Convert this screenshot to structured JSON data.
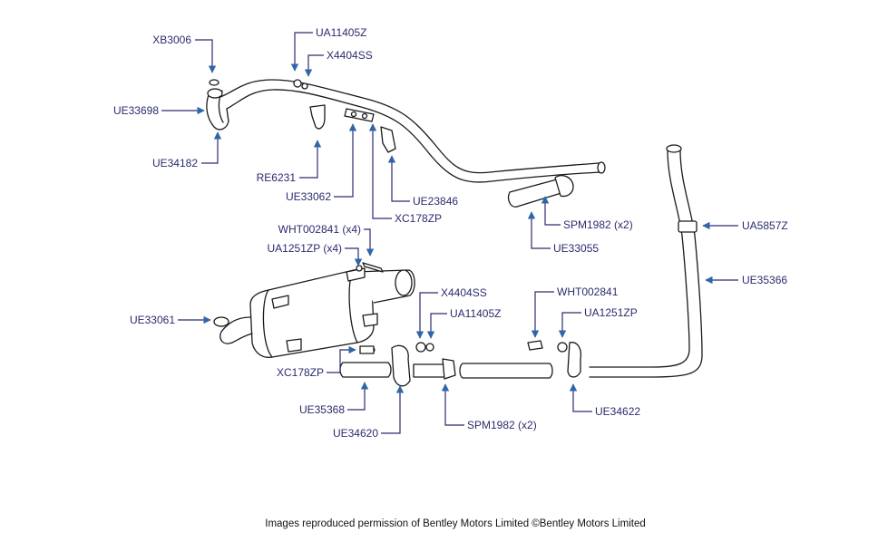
{
  "labels": {
    "xb3006": "XB3006",
    "ua11405z_top": "UA11405Z",
    "x4404ss_top": "X4404SS",
    "ue33698": "UE33698",
    "ue34182": "UE34182",
    "re6231": "RE6231",
    "ue33062": "UE33062",
    "ue23846": "UE23846",
    "xc178zp_top": "XC178ZP",
    "spm1982_top": "SPM1982 (x2)",
    "ue33055": "UE33055",
    "ua5857z": "UA5857Z",
    "ue35366": "UE35366",
    "wht002841_x4": "WHT002841 (x4)",
    "ua1251zp_x4": "UA1251ZP (x4)",
    "ue33061": "UE33061",
    "x4404ss_mid": "X4404SS",
    "ua11405z_mid": "UA11405Z",
    "wht002841": "WHT002841",
    "ua1251zp": "UA1251ZP",
    "xc178zp_bottom": "XC178ZP",
    "ue35368": "UE35368",
    "ue34620": "UE34620",
    "spm1982_bottom": "SPM1982 (x2)",
    "ue34622": "UE34622"
  },
  "caption": "Images reproduced permission of Bentley Motors Limited ©Bentley Motors Limited",
  "colors": {
    "label": "#2b2b6f",
    "arrow": "#2f66a8",
    "drawing": "#1a1a1a"
  }
}
